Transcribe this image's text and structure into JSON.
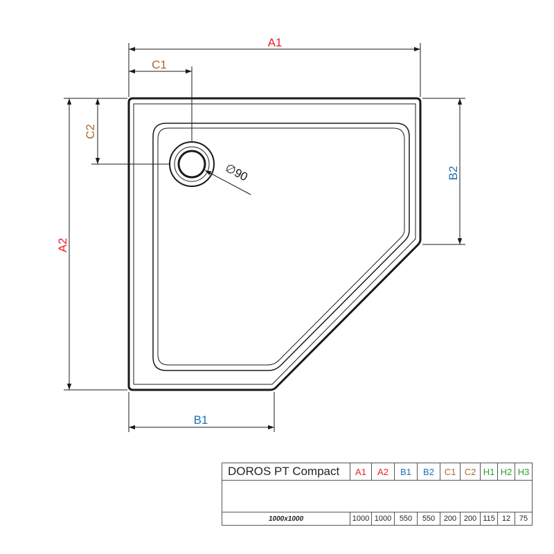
{
  "labels": {
    "A1": "A1",
    "A2": "A2",
    "B1": "B1",
    "B2": "B2",
    "C1": "C1",
    "C2": "C2",
    "diameter": "∅90"
  },
  "colors": {
    "A": "#e8202a",
    "B": "#1f6fb4",
    "C": "#a86a2a",
    "H": "#2aa02a",
    "line": "#1a1a1a"
  },
  "table": {
    "model": "DOROS PT Compact",
    "headers": [
      {
        "label": "A1",
        "color": "#e8202a"
      },
      {
        "label": "A2",
        "color": "#e8202a"
      },
      {
        "label": "B1",
        "color": "#1f6fb4"
      },
      {
        "label": "B2",
        "color": "#1f6fb4"
      },
      {
        "label": "C1",
        "color": "#a86a2a"
      },
      {
        "label": "C2",
        "color": "#a86a2a"
      },
      {
        "label": "H1",
        "color": "#2aa02a"
      },
      {
        "label": "H2",
        "color": "#2aa02a"
      },
      {
        "label": "H3",
        "color": "#2aa02a"
      }
    ],
    "rows": [
      {
        "size": "1000x1000",
        "values": [
          "1000",
          "1000",
          "550",
          "550",
          "200",
          "200",
          "115",
          "12",
          "75"
        ]
      }
    ]
  }
}
